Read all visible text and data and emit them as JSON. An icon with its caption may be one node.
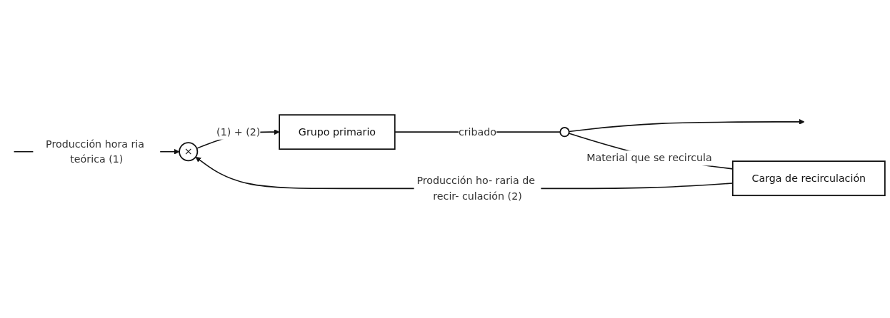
{
  "diagram": {
    "nodes": [
      {
        "text": [
          "×"
        ]
      },
      {
        "text": [
          "Grupo primario"
        ]
      },
      {
        "text": [],
        "shape": "circle"
      },
      {
        "text": [
          "Carga de recirculación"
        ]
      }
    ],
    "edges": [
      {
        "from": null,
        "to": 0,
        "arrow": "to",
        "label": "Producción hora ria teórica (1)"
      },
      {
        "from": 0,
        "to": 1,
        "arrow": "to",
        "label": "(1) + (2)"
      },
      {
        "from": 1,
        "to": 2,
        "arrow": "none",
        "label": "cribado"
      },
      {
        "from": 2,
        "to": null,
        "arrow": "to"
      },
      {
        "from": 2,
        "to": 3,
        "arrow": "none",
        "label": "Material que se recircula"
      },
      {
        "from": 3,
        "to": 0,
        "arrow": "to",
        "label": "Producción ho- raria de recir- culación (2)"
      }
    ]
  }
}
